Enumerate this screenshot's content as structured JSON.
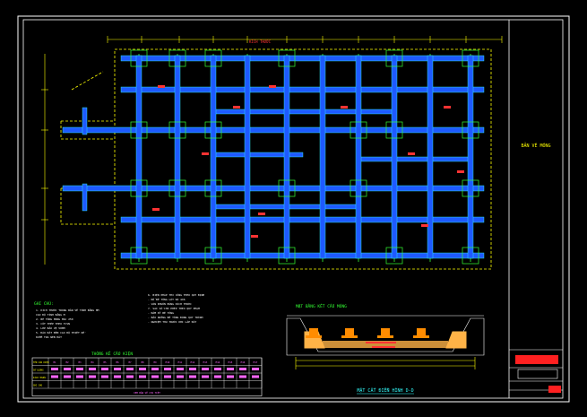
{
  "drawing": {
    "colors": {
      "background": "#000000",
      "frame": "#ffffff",
      "beam": "#1e5aff",
      "grid_line": "#33ff33",
      "dim_line": "#ffff00",
      "label": "#ff3333",
      "cyan": "#33ffff",
      "magenta": "#ff33ff",
      "section_fill": "#ffb347"
    },
    "top_dimension_label": "KÍCH THƯỚC",
    "title_block_text": "BẢN VẼ MÓNG",
    "notes": {
      "title": "GHI CHÚ:",
      "left_lines": [
        "1. KÍCH THƯỚC TRONG BẢN VẼ TÍNH BẰNG MM",
        "   CAO ĐỘ TÍNH BẰNG M",
        "2. BÊ TÔNG MÓNG MÁC 250",
        "3. CỐT THÉP THEO TCVN",
        "4. LỚP BẢO VỆ 50MM",
        "5. ĐÀO ĐẤT ĐẾN CAO ĐỘ THIẾT KẾ",
        "   KIỂM TRA NỀN ĐẤT"
      ],
      "right_lines": [
        "6. BIỆN PHÁP THI CÔNG THEO QUY ĐỊNH",
        "   - ĐỔ BÊ TÔNG LÓT ĐÁ 4X6",
        "   - VÁN KHUÔN ĐÚNG KÍCH THƯỚC",
        "7. SAI SỐ CHO PHÉP THEO QUY PHẠM",
        "   - ĐẦM KỸ BÊ TÔNG",
        "   - BẢO DƯỠNG BÊ TÔNG ĐÚNG QUY TRÌNH",
        "   - NGHIỆM THU TRƯỚC KHI LẤP ĐẤT"
      ]
    },
    "footing_plan_title": "MẶT BẰNG KẾT CẤU MÓNG",
    "section_title": "MẶT CẮT ĐIỂN HÌNH D-D",
    "footing_table": {
      "title": "THỐNG KÊ CẤU KIỆN",
      "row_labels": [
        "TÊN CẤU KIỆN",
        "SỐ LƯỢNG",
        "KÍCH THƯỚC",
        "GHI CHÚ"
      ],
      "header_cells": [
        "M1",
        "M2",
        "M3",
        "M4",
        "M5",
        "M6",
        "M7",
        "M8",
        "M9",
        "M10",
        "M11",
        "M12",
        "M13",
        "M14",
        "M15",
        "M16",
        "M17"
      ],
      "footer_text": "XEM BẢN VẼ CHI TIẾT"
    }
  }
}
